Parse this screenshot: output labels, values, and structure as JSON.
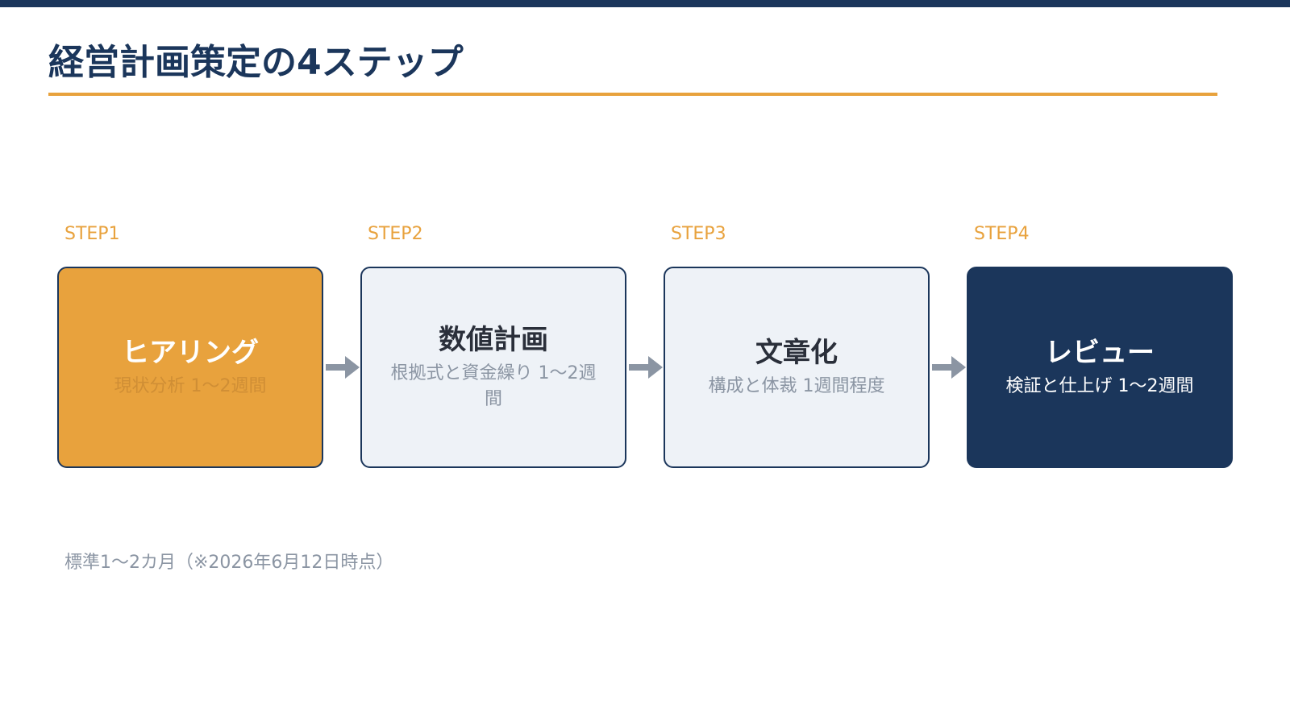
{
  "title": "経営計画策定の4ステップ",
  "steps": [
    {
      "label": "STEP1",
      "title": "ヒアリング",
      "sub": "現状分析 1〜2週間"
    },
    {
      "label": "STEP2",
      "title": "数値計画",
      "sub": "根拠式と資金繰り 1〜2週間"
    },
    {
      "label": "STEP3",
      "title": "文章化",
      "sub": "構成と体裁 1週間程度"
    },
    {
      "label": "STEP4",
      "title": "レビュー",
      "sub": "検証と仕上げ 1〜2週間"
    }
  ],
  "footnote": "標準1〜2カ月（※2026年6月12日時点）",
  "colors": {
    "navy": "#1b365b",
    "orange": "#e8a23d",
    "light_box": "#eef2f7",
    "arrow": "#8b95a3"
  },
  "icons": {
    "arrow": "arrow-right-icon"
  }
}
